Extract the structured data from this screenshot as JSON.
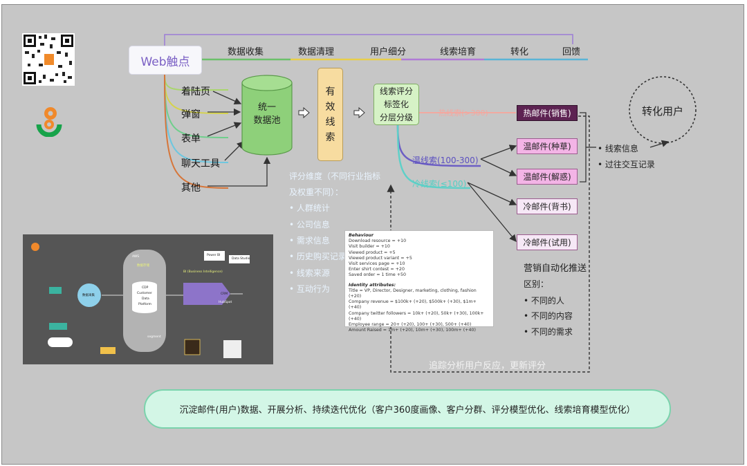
{
  "stages": [
    "数据收集",
    "数据清理",
    "用户细分",
    "线索培育",
    "转化",
    "回馈"
  ],
  "web_touchpoint": "Web触点",
  "sources": [
    "着陆页",
    "弹窗",
    "表单",
    "聊天工具",
    "其他"
  ],
  "data_pool": {
    "line1": "统一",
    "line2": "数据池"
  },
  "valid_leads": [
    "有",
    "效",
    "线",
    "索"
  ],
  "scoring": [
    "线索评分",
    "标签化",
    "分层分级"
  ],
  "lead_tiers": {
    "hot": "热线索(>300)",
    "warm": "温线索(100-300)",
    "cold": "冷线索(≤100)"
  },
  "mails": [
    "热邮件(销售)",
    "温邮件(种草)",
    "温邮件(解惑)",
    "冷邮件(背书)",
    "冷邮件(试用)"
  ],
  "crm_notes": [
    "• 线索信息",
    "• 过往交互记录"
  ],
  "convert_user": "转化用户",
  "dimensions": {
    "title1": "评分维度（不同行业指标",
    "title2": "及权重不同）：",
    "items": [
      "• 人群统计",
      "• 公司信息",
      "• 需求信息",
      "• 历史购买记录",
      "• 线索来源",
      "• 互动行为"
    ]
  },
  "behaviour": {
    "title": "Behaviour",
    "lines": [
      "Download resource = +10",
      "Visit builder = +10",
      "Viewed product = +5",
      "Viewed product variant = +5",
      "Visit services page = +10",
      "Enter shirt contest = +20",
      "Saved order = 1 time +50"
    ],
    "identity_title": "Identity attributes:",
    "identity_lines": [
      "Title = VP, Director, Designer, marketing, clothing, fashion (+20)",
      "Company revenue = $100k+ (+20), $500k+ (+30), $1m+ (+40)",
      "Company twitter followers = 10k+ (+20), 50k+ (+30), 100k+ (+40)",
      "Employee range = 20+ (+20), 100+ (+30), 500+ (+40)",
      "Amount Raised = 1m+ (+20), 10m+ (+30), 100m+ (+40)"
    ]
  },
  "automation": {
    "title": "营销自动化推送",
    "sub": "区别：",
    "items": [
      "• 不同的人",
      "• 不同的内容",
      "• 不同的需求"
    ]
  },
  "track_text": "追踪分析用户反应，更新评分",
  "bottom_text": "沉淀邮件(用户)数据、开展分析、持续迭代优化（客户360度画像、客户分群、评分模型优化、线索培育模型优化）",
  "mini_diagram": {
    "labels": [
      "数据采集",
      "数据存储",
      "CDP",
      "Customer",
      "Data",
      "Platform",
      "BI (Business Intelligence)",
      "CRM",
      "HubSpot",
      "AWS",
      "segment",
      "Power BI",
      "Data Studio"
    ]
  },
  "colors": {
    "hot": "#5d2352",
    "warm": "#f3b4e6",
    "cold": "#f6e8f6",
    "pool": "#8ed07a",
    "leads_box": "#f7dca0",
    "score_box": "#d6f2c6",
    "bottom": "#d3f6e6"
  }
}
